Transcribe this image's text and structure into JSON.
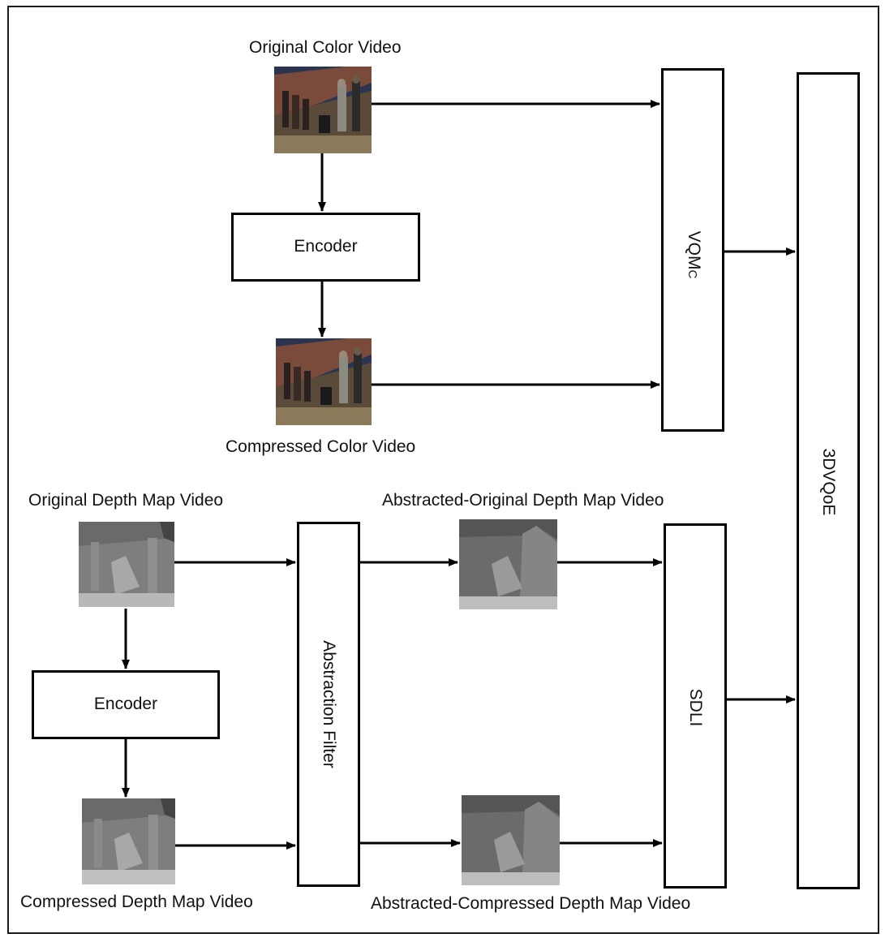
{
  "labels": {
    "original_color": "Original Color Video",
    "compressed_color": "Compressed Color Video",
    "original_depth": "Original Depth Map Video",
    "compressed_depth": "Compressed Depth Map Video",
    "abstracted_original": "Abstracted-Original Depth Map Video",
    "abstracted_compressed": "Abstracted-Compressed Depth Map Video"
  },
  "boxes": {
    "encoder_color": "Encoder",
    "encoder_depth": "Encoder",
    "abstraction_filter": "Abstraction Filter",
    "vqm_main": "VQM",
    "vqm_sub": "C",
    "sdli": "SDLI",
    "final": "3DVQoE"
  }
}
